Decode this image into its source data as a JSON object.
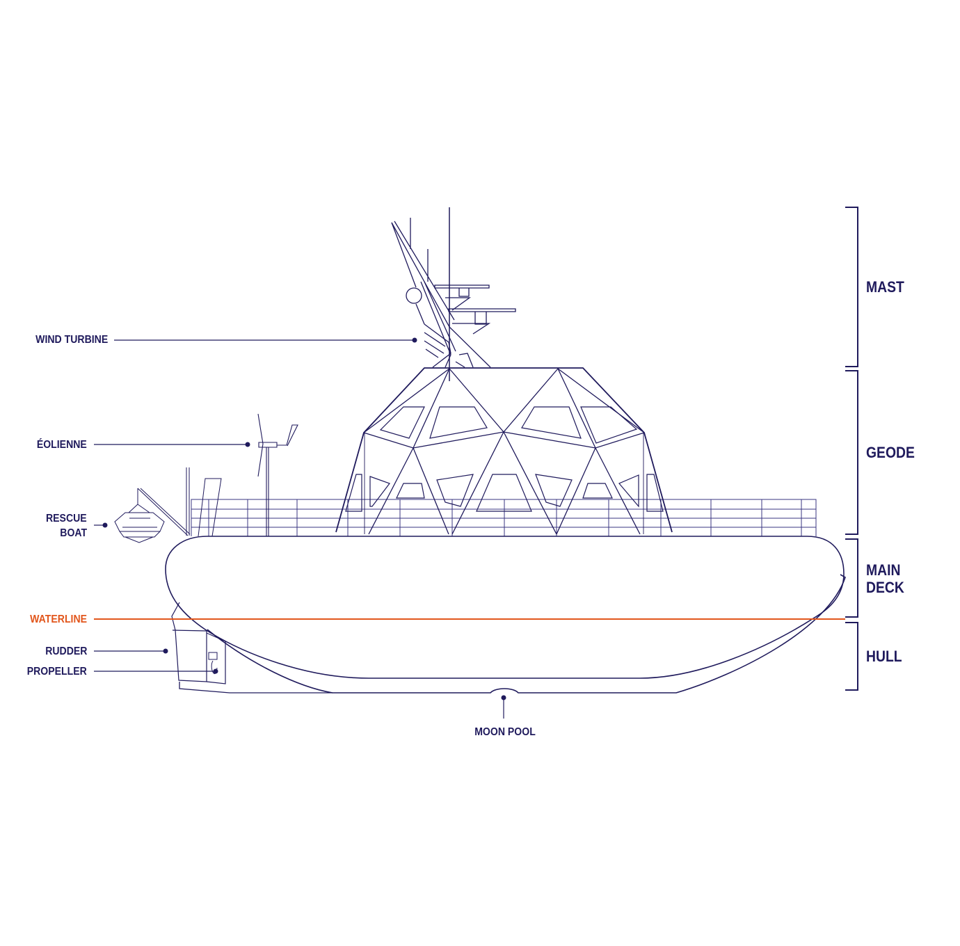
{
  "colors": {
    "line": "#1f1a5c",
    "waterline": "#e2561c",
    "background": "#ffffff"
  },
  "callouts": {
    "wind_turbine": "WIND TURBINE",
    "eolienne": "ÉOLIENNE",
    "rescue_boat_1": "RESCUE",
    "rescue_boat_2": "BOAT",
    "waterline": "WATERLINE",
    "rudder": "RUDDER",
    "propeller": "PROPELLER",
    "moon_pool": "MOON POOL"
  },
  "sections": {
    "mast": "MAST",
    "geode": "GEODE",
    "main_deck_1": "MAIN",
    "main_deck_2": "DECK",
    "hull": "HULL"
  }
}
